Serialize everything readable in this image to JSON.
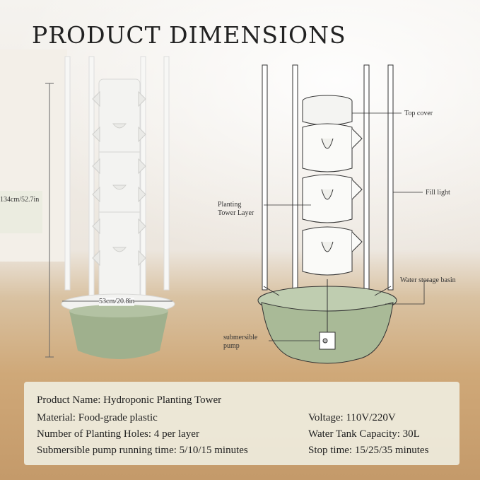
{
  "title": "PRODUCT DIMENSIONS",
  "dimensions": {
    "height": "134cm/52.7in",
    "width": "53cm/20.8in"
  },
  "callouts": {
    "top_cover": "Top cover",
    "planting_tower_layer": "Planting\nTower Layer",
    "fill_light": "Fill light",
    "water_storage_basin": "Water storage basin",
    "submersible_pump": "submersible\npump"
  },
  "specs": {
    "product_name": "Product Name: Hydroponic Planting Tower",
    "material": "Material: Food-grade plastic",
    "planting_holes": "Number of Planting Holes: 4 per layer",
    "pump_running_time": "Submersible pump running time: 5/10/15 minutes",
    "voltage": "Voltage: 110V/220V",
    "tank_capacity": "Water Tank Capacity: 30L",
    "stop_time": "Stop time: 15/25/35 minutes"
  },
  "colors": {
    "basin_green": "#9fb08d",
    "tower_white": "#f4f4f2",
    "floor_wood": "#c99d6c"
  }
}
